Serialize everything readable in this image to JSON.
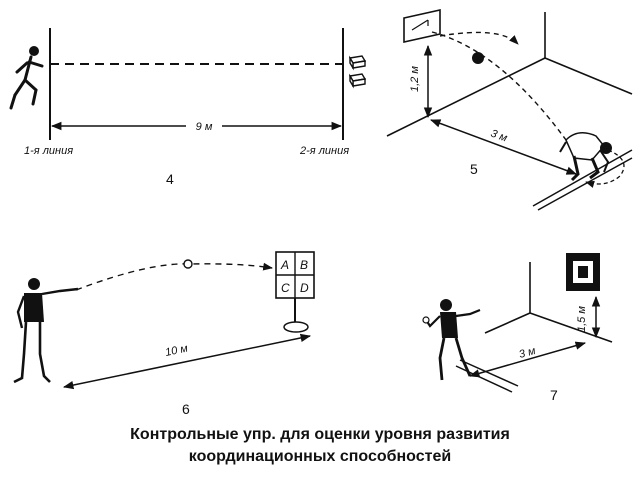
{
  "panel4": {
    "distance": "9 м",
    "line1": "1-я линия",
    "line2": "2-я линия",
    "number": "4"
  },
  "panel5": {
    "height": "1,2 м",
    "distance": "3 м",
    "number": "5"
  },
  "panel6": {
    "distance": "10 м",
    "cells": [
      "A",
      "B",
      "C",
      "D"
    ],
    "number": "6"
  },
  "panel7": {
    "height": "1,5 м",
    "distance": "3 м",
    "number": "7"
  },
  "caption": {
    "line1": "Контрольные упр. для оценки уровня развития",
    "line2": "координационных способностей"
  }
}
